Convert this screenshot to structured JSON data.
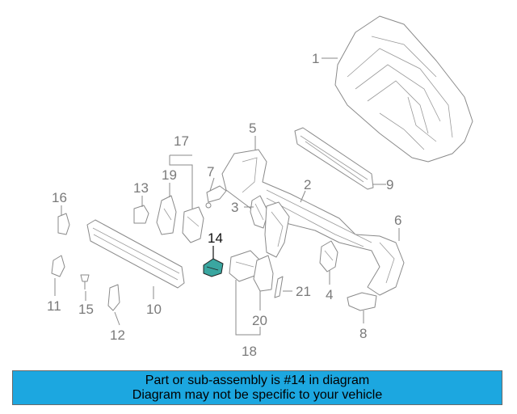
{
  "callouts": {
    "c1": "1",
    "c2": "2",
    "c3": "3",
    "c4": "4",
    "c5": "5",
    "c6": "6",
    "c7": "7",
    "c8": "8",
    "c9": "9",
    "c10": "10",
    "c11": "11",
    "c12": "12",
    "c13": "13",
    "c14": "14",
    "c15": "15",
    "c16": "16",
    "c17": "17",
    "c18": "18",
    "c19": "19",
    "c20": "20",
    "c21": "21"
  },
  "highlight": {
    "part": "14",
    "color": "#3aa6a0"
  },
  "banner": {
    "line1": "Part or sub-assembly is #14 in diagram",
    "line2": "Diagram may not be specific to your vehicle",
    "background": "#1ca7e0"
  }
}
